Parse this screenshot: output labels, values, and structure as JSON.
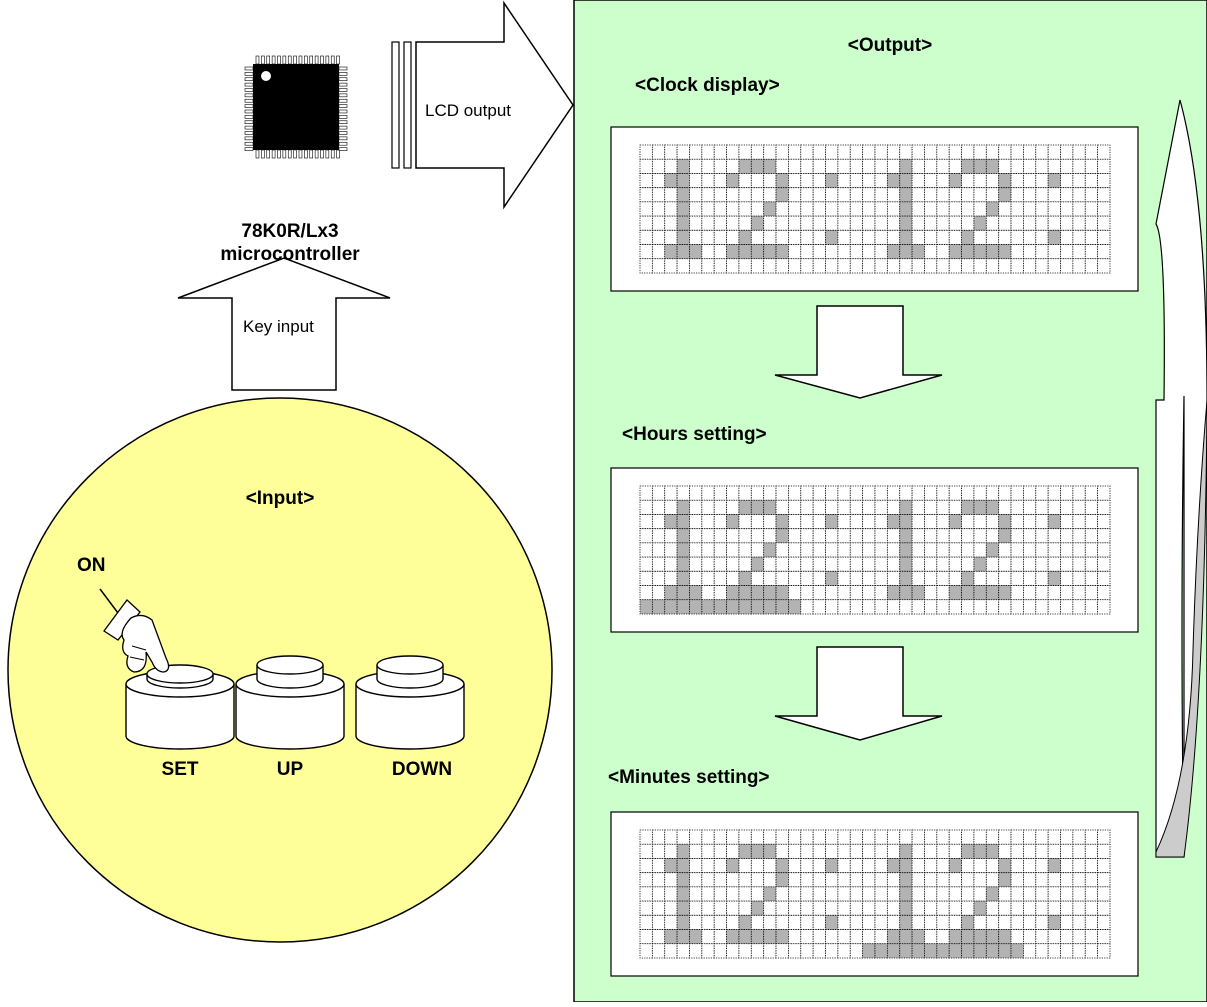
{
  "chip": {
    "name": "78K0R/Lx3",
    "type": "microcontroller"
  },
  "arrows": {
    "lcd_output": "LCD output",
    "key_input": "Key input"
  },
  "input_panel": {
    "title": "<Input>",
    "on_label": "ON",
    "buttons": [
      "SET",
      "UP",
      "DOWN"
    ]
  },
  "output_panel": {
    "title": "<Output>",
    "screens": [
      {
        "label": "<Clock display>",
        "blink": "none"
      },
      {
        "label": "<Hours setting>",
        "blink": "hours"
      },
      {
        "label": "<Minutes setting>",
        "blink": "minutes"
      }
    ]
  },
  "colors": {
    "output_bg": "#ccffcc",
    "input_bg": "#ffff99",
    "pixel_on": "#b3b3b3"
  }
}
